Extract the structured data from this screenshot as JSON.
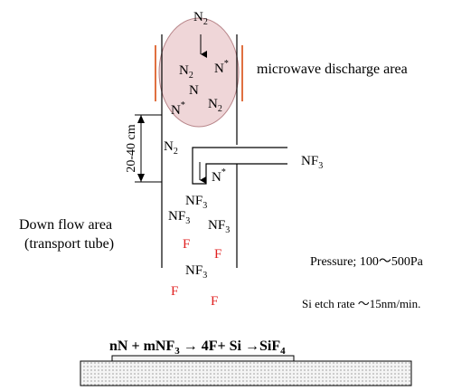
{
  "colors": {
    "discharge_fill": "#efd6d8",
    "discharge_stroke": "#b8868a",
    "electrode": "#e07040",
    "fluorine": "#e02020",
    "line": "#000000",
    "substrate_fill": "#f2f2f2"
  },
  "labels": {
    "n2_top": "N",
    "n2_top_sub": "2",
    "plasma_n2a": "N",
    "plasma_n2a_sub": "2",
    "plasma_nstar_right": "N",
    "plasma_nstar_right_sup": "*",
    "plasma_n": "N",
    "plasma_nstar_left": "N",
    "plasma_nstar_left_sup": "*",
    "plasma_n2b": "N",
    "plasma_n2b_sub": "2",
    "microwave": "microwave discharge area",
    "length": "20-40 cm",
    "tube_n2": "N",
    "tube_n2_sub": "2",
    "nf3_inlet": "NF",
    "nf3_inlet_sub": "3",
    "inlet_nstar": "N",
    "inlet_nstar_sup": "*",
    "nf3_a": "NF",
    "nf3_a_sub": "3",
    "nf3_b": "NF",
    "nf3_b_sub": "3",
    "nf3_c": "NF",
    "nf3_c_sub": "3",
    "nf3_d": "NF",
    "nf3_d_sub": "3",
    "f1": "F",
    "f2": "F",
    "f3": "F",
    "f4": "F",
    "down_flow_1": "Down flow area",
    "down_flow_2": "(transport tube)",
    "pressure": "Pressure; 100～500Pa",
    "etch_rate": "Si etch rate ～15nm/min.",
    "reaction_a": "nN + mNF",
    "reaction_a_sub": "3",
    "reaction_b": " → 4F+ Si →SiF",
    "reaction_b_sub": "4"
  }
}
